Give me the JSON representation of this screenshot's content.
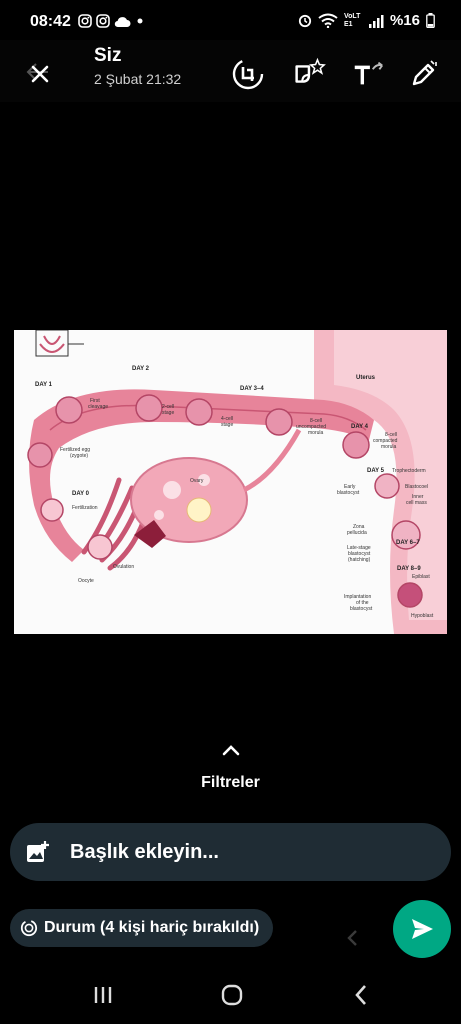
{
  "status_bar": {
    "time": "08:42",
    "left_icons": [
      "instagram-icon",
      "instagram-icon",
      "cloud-icon",
      "dot-icon"
    ],
    "right_icons": [
      "alarm-icon",
      "wifi-icon",
      "volte-icon",
      "signal-icon",
      "battery-icon"
    ],
    "volte_label": "VoLTE1",
    "battery": "%16"
  },
  "header": {
    "title": "Siz",
    "subtitle": "2 Şubat 21:32",
    "tools": [
      "crop-rotate-icon",
      "sticker-icon",
      "text-icon",
      "pencil-icon"
    ]
  },
  "image": {
    "labels": {
      "uterus": "Uterus",
      "day1": "DAY 1",
      "day2": "DAY 2",
      "day34": "DAY 3–4",
      "first_cleavage": "First",
      "first_cleavage2": "cleavage",
      "cell2": "2-cell",
      "cell2b": "stage",
      "cell4": "4-cell",
      "cell4b": "stage",
      "cell8u": "8-cell",
      "cell8u2": "uncompacted",
      "cell8u3": "morula",
      "day4": "DAY 4",
      "cell8c": "8-cell",
      "cell8c2": "compacted",
      "cell8c3": "morula",
      "fert_egg": "Fertilized egg",
      "zygote": "(zygote)",
      "ovary": "Ovary",
      "day5": "DAY 5",
      "trophectoderm": "Trophectoderm",
      "early": "Early",
      "blastocyst": "blastocyst",
      "blastocoel": "Blastocoel",
      "inner": "Inner",
      "cell_mass": "cell mass",
      "day0": "DAY 0",
      "fertilization": "Fertilization",
      "zona": "Zona",
      "pellucida": "pellucida",
      "day67": "DAY 6–7",
      "late_stage": "Late-stage",
      "blastocyst2": "blastocyst",
      "hatching": "(hatching)",
      "ovulation": "Ovulation",
      "oocyte": "Oocyte",
      "day89": "DAY 8–9",
      "epiblast": "Epiblast",
      "implantation": "Implantation",
      "of_the": "of the",
      "blastocyst3": "blastocyst",
      "hypoblast": "Hypoblast"
    }
  },
  "filters": {
    "label": "Filtreler"
  },
  "caption": {
    "placeholder": "Başlık ekleyin..."
  },
  "status_audience": {
    "label": "Durum (4 kişi hariç bırakıldı)"
  },
  "colors": {
    "send": "#00a884",
    "pill": "#1f2c34",
    "tissue": "#e7849a"
  }
}
